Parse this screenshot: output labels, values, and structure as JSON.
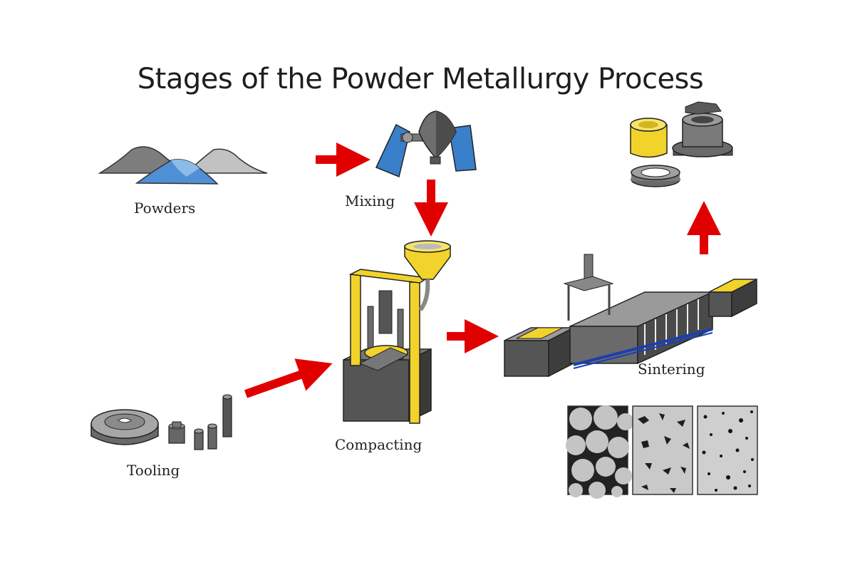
{
  "title": "Stages of the Powder Metallurgy Process",
  "stages": {
    "powders": "Powders",
    "mixing": "Mixing",
    "compacting": "Compacting",
    "sintering": "Sintering",
    "tooling": "Tooling"
  },
  "colors": {
    "arrow": "#e10000",
    "mixer_blue": "#3a7fc9",
    "press_yellow": "#f2d32c",
    "metal_gray": "#8e8e8e",
    "dark_gray": "#4a4a4a",
    "light_gray": "#c8c8c8",
    "conveyor_blue": "#1a3fb0"
  }
}
